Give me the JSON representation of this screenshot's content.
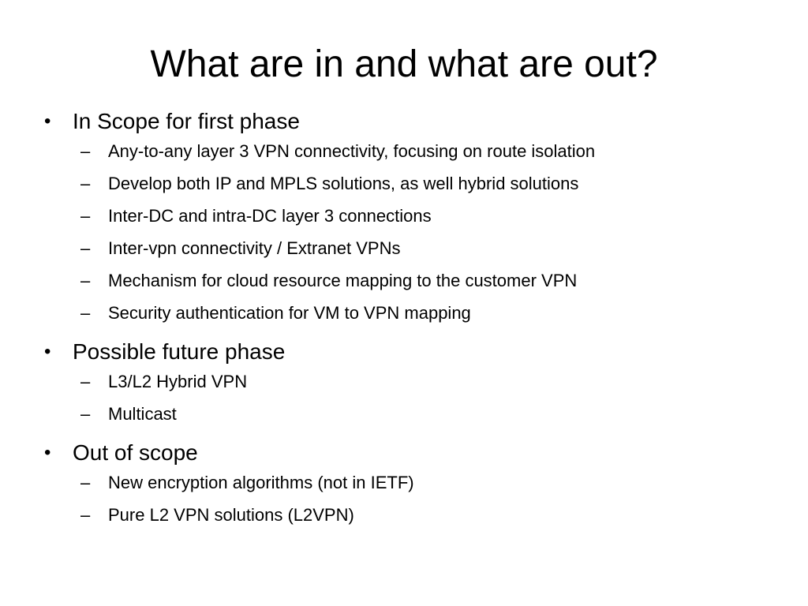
{
  "slide": {
    "title": "What are in and what are out?",
    "bullet_glyph": "•",
    "dash_glyph": "–",
    "sections": [
      {
        "heading": "In Scope for first phase",
        "items": [
          "Any-to-any layer 3 VPN connectivity, focusing on route isolation",
          "Develop both IP and MPLS solutions, as well hybrid solutions",
          "Inter-DC and intra-DC layer 3 connections",
          "Inter-vpn connectivity / Extranet VPNs",
          "Mechanism for cloud resource mapping to the customer VPN",
          "Security authentication for VM to VPN mapping"
        ]
      },
      {
        "heading": "Possible future phase",
        "items": [
          "L3/L2 Hybrid VPN",
          "Multicast"
        ]
      },
      {
        "heading": "Out of scope",
        "items": [
          "New encryption algorithms (not in IETF)",
          "Pure L2 VPN solutions (L2VPN)"
        ]
      }
    ]
  }
}
